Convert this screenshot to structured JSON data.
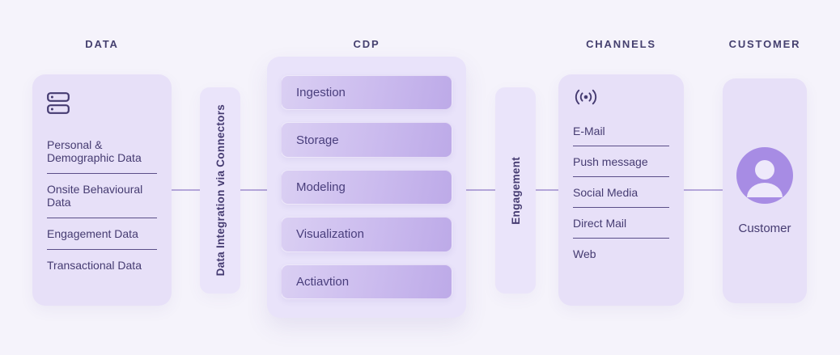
{
  "columns": {
    "data": {
      "header": "DATA",
      "items": [
        "Personal & Demographic Data",
        "Onsite Behavioural Data",
        "Engagement Data",
        "Transactional Data"
      ]
    },
    "cdp": {
      "header": "CDP",
      "steps": [
        "Ingestion",
        "Storage",
        "Modeling",
        "Visualization",
        "Actiavtion"
      ]
    },
    "channels": {
      "header": "CHANNELS",
      "items": [
        "E-Mail",
        "Push message",
        "Social Media",
        "Direct Mail",
        "Web"
      ]
    },
    "customer": {
      "header": "CUSTOMER",
      "label": "Customer"
    }
  },
  "connectors": {
    "left": "Data Integration via Connectors",
    "right": "Engagement"
  },
  "icons": {
    "data": "server-stack-icon",
    "channels": "broadcast-icon",
    "customer": "person-avatar-icon"
  },
  "colors": {
    "background": "#f5f3fb",
    "card": "#e7e0f8",
    "cdp_card": "#e9e3fa",
    "step_gradient_start": "#dacff3",
    "step_gradient_end": "#bdaae8",
    "text": "#453b71",
    "header_text": "#45406f",
    "divider": "#5a4e88",
    "flow_line": "#b5a7da",
    "avatar_fill": "#a78ce4",
    "avatar_figure": "#eee9fb"
  }
}
